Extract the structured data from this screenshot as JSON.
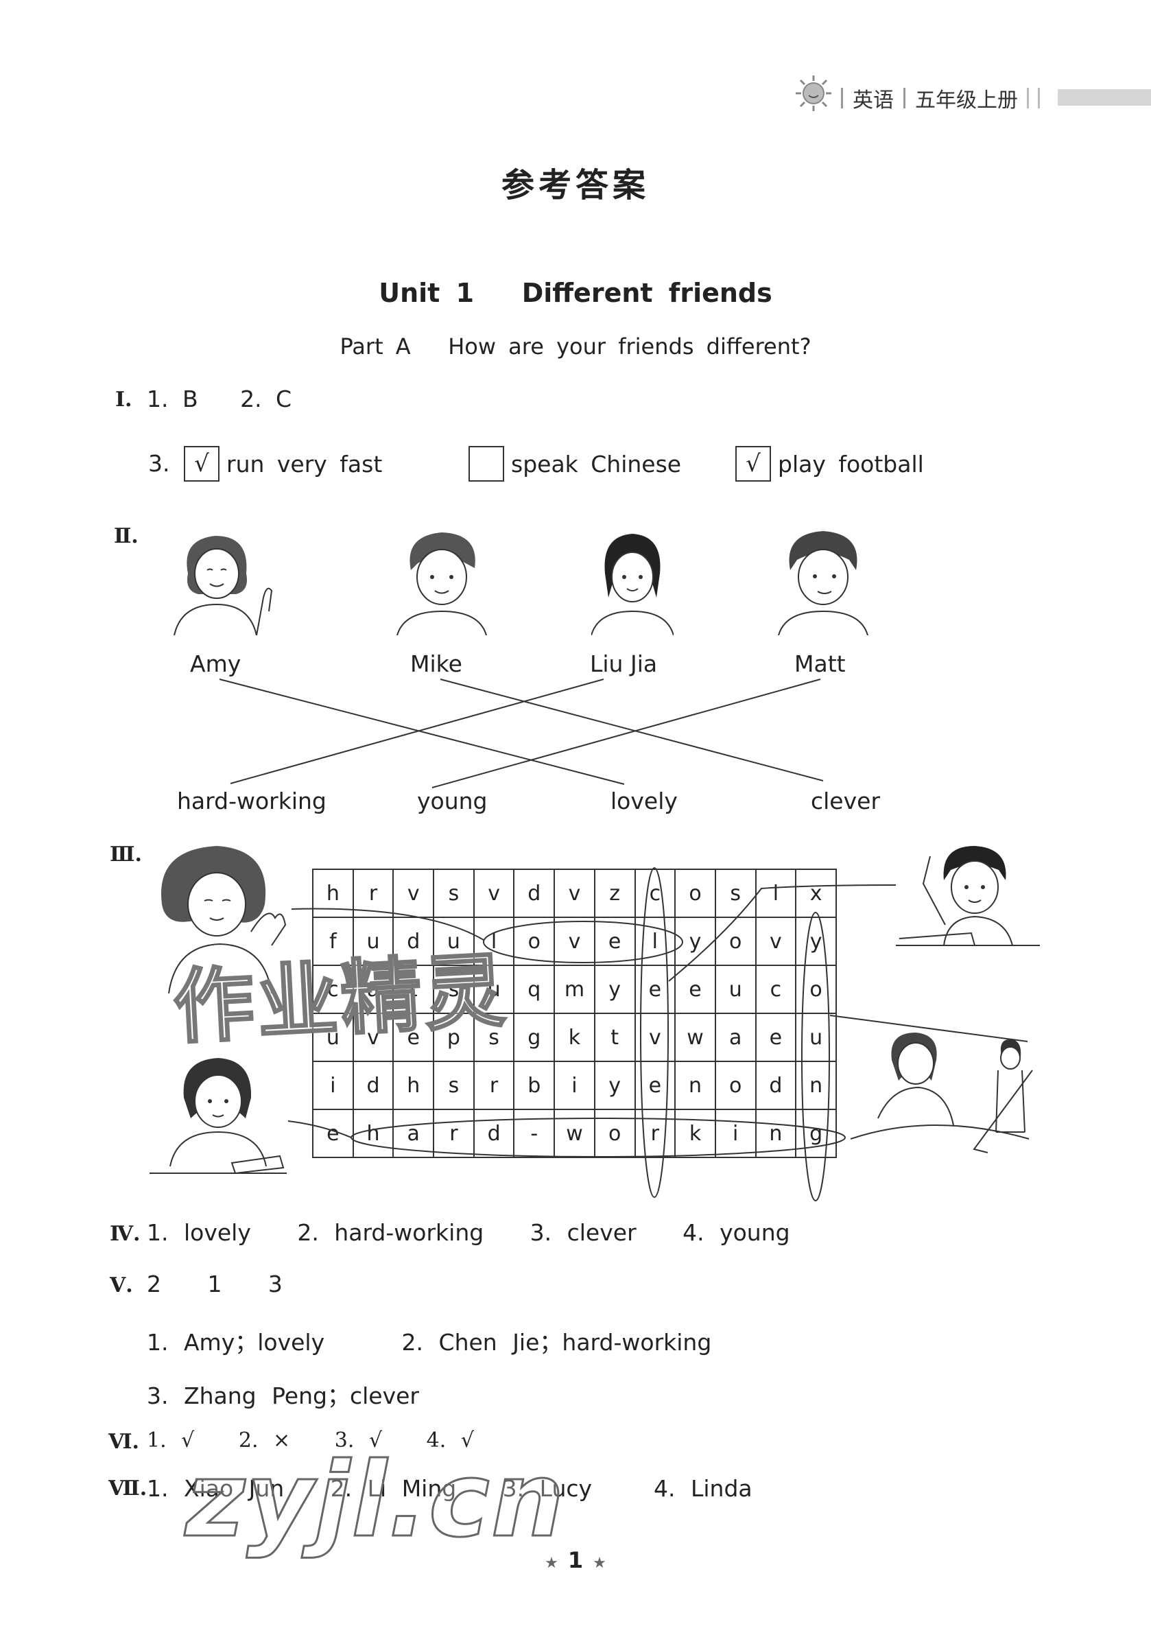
{
  "header": {
    "subject": "英语",
    "grade": "五年级上册"
  },
  "page_title": "参考答案",
  "unit_title": "Unit 1   Different friends",
  "part_title": "Part A   How are your friends different?",
  "q1": {
    "roman": "Ⅰ.",
    "line1": "1. B   2. C",
    "num3": "3.",
    "options": [
      {
        "label": "run very fast",
        "mark": "√"
      },
      {
        "label": "speak Chinese",
        "mark": ""
      },
      {
        "label": "play football",
        "mark": "√"
      }
    ]
  },
  "q2": {
    "roman": "Ⅱ.",
    "names": [
      "Amy",
      "Mike",
      "Liu Jia",
      "Matt"
    ],
    "words": [
      "hard-working",
      "young",
      "lovely",
      "clever"
    ]
  },
  "q3": {
    "roman": "Ⅲ.",
    "grid": [
      [
        "h",
        "r",
        "v",
        "s",
        "v",
        "d",
        "v",
        "z",
        "c",
        "o",
        "s",
        "l",
        "x"
      ],
      [
        "f",
        "u",
        "d",
        "u",
        "l",
        "o",
        "v",
        "e",
        "l",
        "y",
        "o",
        "v",
        "y"
      ],
      [
        "c",
        "a",
        "t",
        "s",
        "u",
        "q",
        "m",
        "y",
        "e",
        "e",
        "u",
        "c",
        "o"
      ],
      [
        "u",
        "v",
        "e",
        "p",
        "s",
        "g",
        "k",
        "t",
        "v",
        "w",
        "a",
        "e",
        "u"
      ],
      [
        "i",
        "d",
        "h",
        "s",
        "r",
        "b",
        "i",
        "y",
        "e",
        "n",
        "o",
        "d",
        "n"
      ],
      [
        "e",
        "h",
        "a",
        "r",
        "d",
        "-",
        "w",
        "o",
        "r",
        "k",
        "i",
        "n",
        "g"
      ]
    ]
  },
  "q4": {
    "roman": "Ⅳ.",
    "text": "1. lovely   2. hard-working   3. clever   4. young"
  },
  "q5": {
    "roman": "Ⅴ.",
    "order": "2   1   3",
    "line1": "1. Amy；lovely     2. Chen Jie；hard-working",
    "line2": "3. Zhang Peng；clever"
  },
  "q6": {
    "roman": "Ⅵ.",
    "text": "1. √   2. ×   3. √   4. √"
  },
  "q7": {
    "roman": "Ⅶ.",
    "text": "1. Xiao Jun   2. Li Ming   3. Lucy    4. Linda"
  },
  "footer": {
    "page": "1",
    "star": "★"
  },
  "watermarks": {
    "top": "作业精灵",
    "bottom": "zyjl.cn"
  }
}
